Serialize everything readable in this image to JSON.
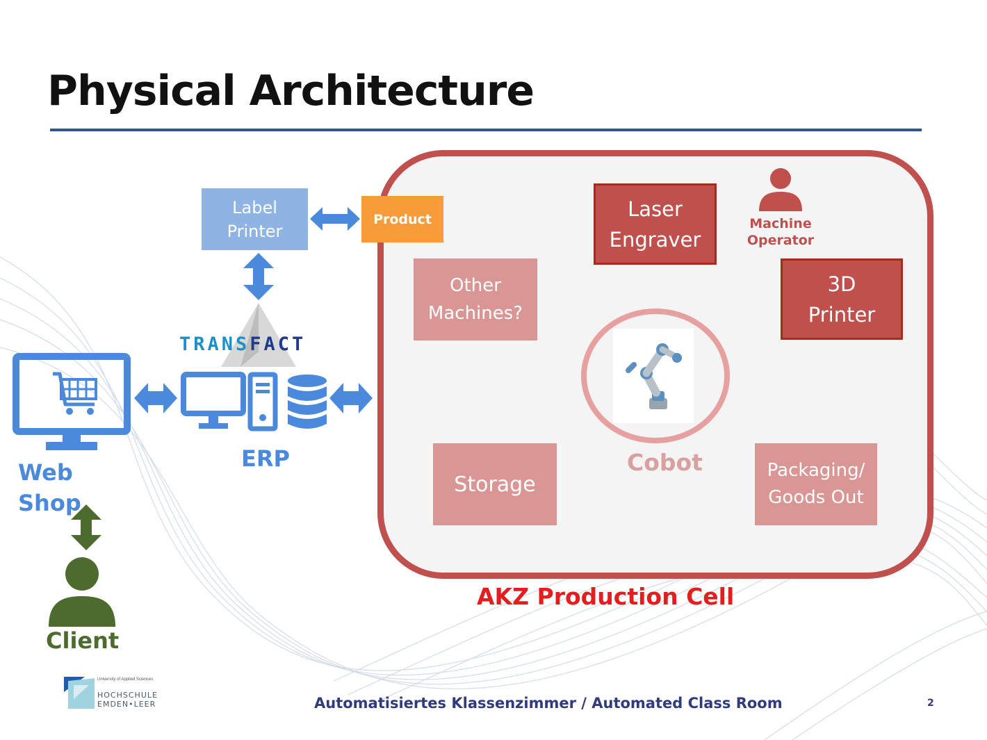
{
  "slide": {
    "title": "Physical Architecture",
    "footer": "Automatisiertes Klassenzimmer / Automated Class Room",
    "page_number": "2"
  },
  "logo": {
    "tagline": "University of Applied Sciences",
    "line1": "HOCHSCHULE",
    "line2": "EMDEN•LEER"
  },
  "left": {
    "label_printer": "Label\nPrinter",
    "product": "Product",
    "transfact_a": "TRANS",
    "transfact_b": "FACT",
    "erp": "ERP",
    "web_shop": "Web\nShop",
    "client": "Client"
  },
  "cell": {
    "title": "AKZ Production Cell",
    "laser_engraver": "Laser\nEngraver",
    "machine_operator": "Machine\nOperator",
    "printer_3d": "3D\nPrinter",
    "other_machines": "Other\nMachines?",
    "cobot": "Cobot",
    "storage": "Storage",
    "packaging": "Packaging/\nGoods Out"
  },
  "colors": {
    "blue": "#4a89dc",
    "cell_red": "#c0504d",
    "light_red": "#d99694",
    "orange": "#f79b3b",
    "client_green": "#4e6b2f",
    "title_red": "#e21e1e"
  }
}
